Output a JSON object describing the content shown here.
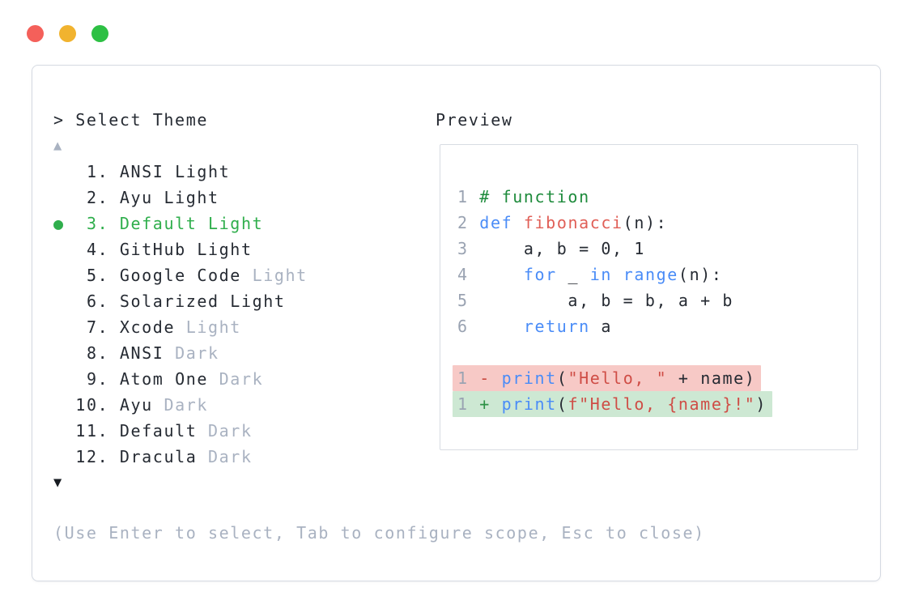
{
  "window": {
    "controls": [
      {
        "name": "close",
        "color": "#f4605a"
      },
      {
        "name": "minimize",
        "color": "#f1b32f"
      },
      {
        "name": "maximize",
        "color": "#2dc044"
      }
    ]
  },
  "selector": {
    "prompt": "> Select Theme",
    "scroll_up": "▲",
    "scroll_down": "▼",
    "selected_marker": "●",
    "items": [
      {
        "number": "1.",
        "name": "ANSI",
        "variant": "Light",
        "variant_muted": false,
        "selected": false
      },
      {
        "number": "2.",
        "name": "Ayu",
        "variant": "Light",
        "variant_muted": false,
        "selected": false
      },
      {
        "number": "3.",
        "name": "Default",
        "variant": "Light",
        "variant_muted": false,
        "selected": true
      },
      {
        "number": "4.",
        "name": "GitHub",
        "variant": "Light",
        "variant_muted": false,
        "selected": false
      },
      {
        "number": "5.",
        "name": "Google Code",
        "variant": "Light",
        "variant_muted": true,
        "selected": false
      },
      {
        "number": "6.",
        "name": "Solarized",
        "variant": "Light",
        "variant_muted": false,
        "selected": false
      },
      {
        "number": "7.",
        "name": "Xcode",
        "variant": "Light",
        "variant_muted": true,
        "selected": false
      },
      {
        "number": "8.",
        "name": "ANSI",
        "variant": "Dark",
        "variant_muted": true,
        "selected": false
      },
      {
        "number": "9.",
        "name": "Atom One",
        "variant": "Dark",
        "variant_muted": true,
        "selected": false
      },
      {
        "number": "10.",
        "name": "Ayu",
        "variant": "Dark",
        "variant_muted": true,
        "selected": false
      },
      {
        "number": "11.",
        "name": "Default",
        "variant": "Dark",
        "variant_muted": true,
        "selected": false
      },
      {
        "number": "12.",
        "name": "Dracula",
        "variant": "Dark",
        "variant_muted": true,
        "selected": false
      }
    ],
    "footer": "(Use Enter to select, Tab to configure scope, Esc to close)"
  },
  "preview": {
    "title": "Preview",
    "code_lines": [
      {
        "num": "1",
        "tokens": [
          [
            "comment",
            "# function"
          ]
        ]
      },
      {
        "num": "2",
        "tokens": [
          [
            "keyword",
            "def"
          ],
          [
            "plain",
            " "
          ],
          [
            "function",
            "fibonacci"
          ],
          [
            "plain",
            "(n):"
          ]
        ]
      },
      {
        "num": "3",
        "tokens": [
          [
            "plain",
            "    a, b = 0, 1"
          ]
        ]
      },
      {
        "num": "4",
        "tokens": [
          [
            "plain",
            "    "
          ],
          [
            "keyword",
            "for"
          ],
          [
            "plain",
            " _ "
          ],
          [
            "keyword",
            "in"
          ],
          [
            "plain",
            " "
          ],
          [
            "keyword",
            "range"
          ],
          [
            "plain",
            "(n):"
          ]
        ]
      },
      {
        "num": "5",
        "tokens": [
          [
            "plain",
            "        a, b = b, a + b"
          ]
        ]
      },
      {
        "num": "6",
        "tokens": [
          [
            "plain",
            "    "
          ],
          [
            "keyword",
            "return"
          ],
          [
            "plain",
            " a"
          ]
        ]
      },
      {
        "num": "",
        "tokens": []
      },
      {
        "num": "1",
        "diff": "removed",
        "tokens": [
          [
            "minus",
            "-"
          ],
          [
            "plain",
            " "
          ],
          [
            "keyword",
            "print"
          ],
          [
            "plain",
            "("
          ],
          [
            "string",
            "\"Hello, \""
          ],
          [
            "plain",
            " + name)"
          ]
        ]
      },
      {
        "num": "1",
        "diff": "added",
        "tokens": [
          [
            "plus",
            "+"
          ],
          [
            "plain",
            " "
          ],
          [
            "keyword",
            "print"
          ],
          [
            "plain",
            "("
          ],
          [
            "string",
            "f\"Hello, {name}!\""
          ],
          [
            "plain",
            ")"
          ]
        ]
      }
    ]
  },
  "colors": {
    "panel_border": "#d5dae2",
    "text": "#262b33",
    "muted": "#a9b2c1",
    "selected_green": "#2fae4c",
    "syntax_comment": "#1e8b3c",
    "syntax_keyword": "#4a8cf7",
    "syntax_function": "#e05f57",
    "syntax_string": "#cf4d46",
    "line_number": "#9aa3b2",
    "diff_removed_bg": "#f7c9c6",
    "diff_added_bg": "#cde8d3"
  }
}
